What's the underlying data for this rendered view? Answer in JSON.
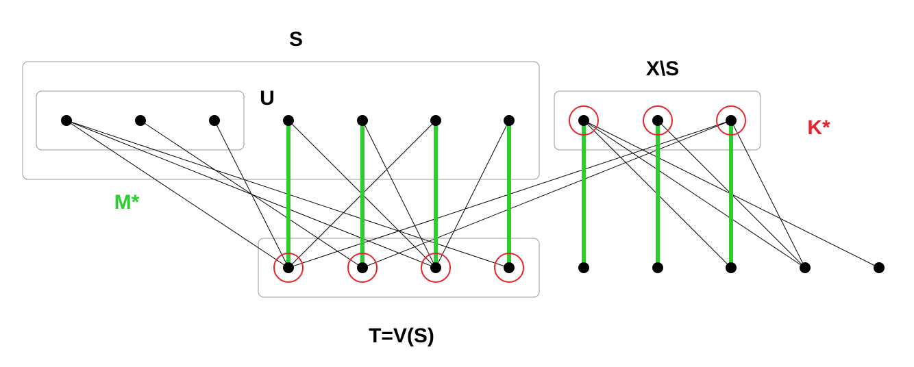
{
  "labels": {
    "S": "S",
    "U": "U",
    "X_minus_S": "X\\S",
    "K_star": "K*",
    "M_star": "M*",
    "T": "T=V(S)"
  },
  "colors": {
    "matching": "#2ecc2e",
    "cover": "#e8232a",
    "edge": "#000000",
    "box": "#9a9a9a",
    "text": "#000000"
  },
  "graph": {
    "top_vertices": [
      "x1",
      "x2",
      "x3",
      "x4",
      "x5",
      "x6",
      "x7",
      "x8",
      "x9",
      "x10"
    ],
    "bottom_vertices": [
      "y1",
      "y2",
      "y3",
      "y4",
      "y5",
      "y6",
      "y7",
      "y8",
      "y9"
    ],
    "groups": {
      "U": [
        "x1",
        "x2",
        "x3"
      ],
      "S": [
        "x1",
        "x2",
        "x3",
        "x4",
        "x5",
        "x6",
        "x7"
      ],
      "X_minus_S": [
        "x8",
        "x9",
        "x10"
      ],
      "T": [
        "y1",
        "y2",
        "y3",
        "y4"
      ]
    },
    "edges": [
      [
        "x1",
        "y1"
      ],
      [
        "x1",
        "y3"
      ],
      [
        "x1",
        "y4"
      ],
      [
        "x2",
        "y2"
      ],
      [
        "x3",
        "y1"
      ],
      [
        "x4",
        "y1"
      ],
      [
        "x4",
        "y3"
      ],
      [
        "x5",
        "y2"
      ],
      [
        "x5",
        "y3"
      ],
      [
        "x6",
        "y1"
      ],
      [
        "x6",
        "y3"
      ],
      [
        "x7",
        "y3"
      ],
      [
        "x7",
        "y4"
      ],
      [
        "x8",
        "y5"
      ],
      [
        "x8",
        "y7"
      ],
      [
        "x8",
        "y8"
      ],
      [
        "x8",
        "y9"
      ],
      [
        "x9",
        "y6"
      ],
      [
        "x9",
        "y8"
      ],
      [
        "x10",
        "y1"
      ],
      [
        "x10",
        "y2"
      ],
      [
        "x10",
        "y7"
      ],
      [
        "x10",
        "y8"
      ]
    ],
    "matching_M_star": [
      [
        "x4",
        "y1"
      ],
      [
        "x5",
        "y2"
      ],
      [
        "x6",
        "y3"
      ],
      [
        "x7",
        "y4"
      ],
      [
        "x8",
        "y5"
      ],
      [
        "x9",
        "y6"
      ],
      [
        "x10",
        "y7"
      ]
    ],
    "cover_K_star": [
      "x8",
      "x9",
      "x10",
      "y1",
      "y2",
      "y3",
      "y4"
    ]
  }
}
